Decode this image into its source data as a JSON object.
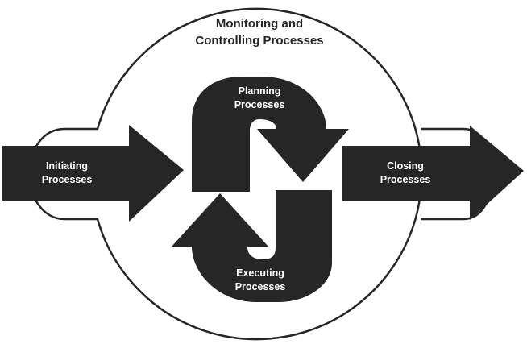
{
  "diagram": {
    "monitoring": {
      "line1": "Monitoring and",
      "line2": "Controlling Processes"
    },
    "initiating": {
      "line1": "Initiating",
      "line2": "Processes"
    },
    "planning": {
      "line1": "Planning",
      "line2": "Processes"
    },
    "executing": {
      "line1": "Executing",
      "line2": "Processes"
    },
    "closing": {
      "line1": "Closing",
      "line2": "Processes"
    },
    "colors": {
      "shape_fill": "#262626",
      "outline": "#262626",
      "background": "#ffffff",
      "text_on_dark": "#ffffff"
    }
  }
}
